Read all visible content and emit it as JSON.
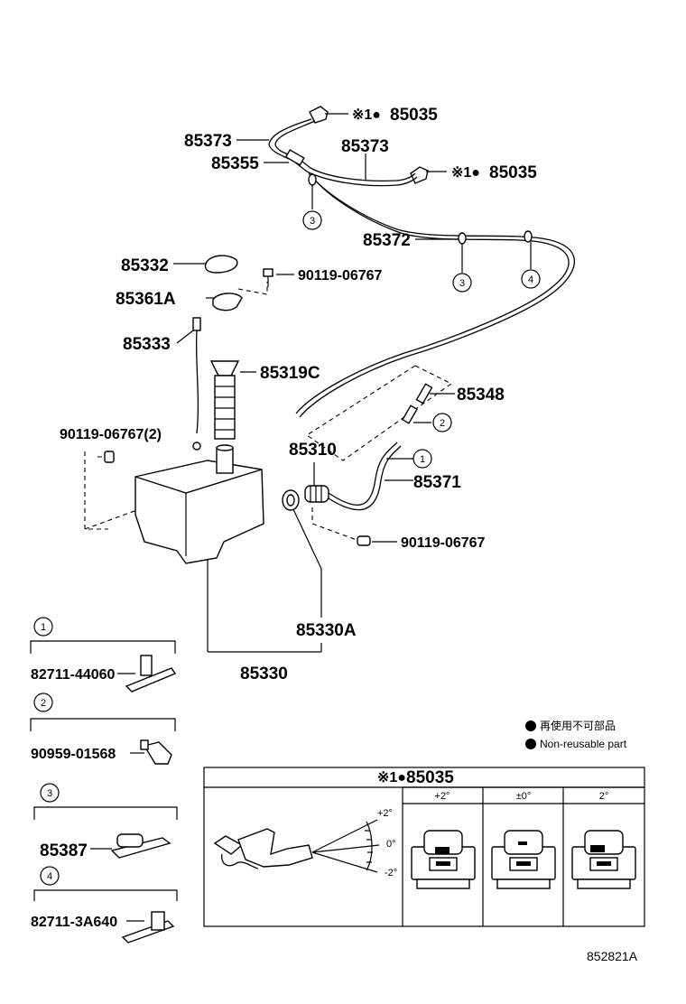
{
  "callout_parts": {
    "p85373a": "85373",
    "p85373b": "85373",
    "p85355": "85355",
    "p85035a": "85035",
    "p85035b": "85035",
    "p85372": "85372",
    "p85332": "85332",
    "p9011906767a": "90119-06767",
    "p85361A": "85361A",
    "p85333": "85333",
    "p85319C": "85319C",
    "p9011906767_2": "90119-06767(2)",
    "p85310": "85310",
    "p85348": "85348",
    "p85371": "85371",
    "p9011906767b": "90119-06767",
    "p85330A": "85330A",
    "p85330": "85330"
  },
  "note_prefix": "※1●",
  "circle_refs": {
    "c1": "1",
    "c2": "2",
    "c3": "3",
    "c4": "4"
  },
  "sub_parts": {
    "s1": "82711-44060",
    "s2": "90959-01568",
    "s3": "85387",
    "s4": "82711-3A640"
  },
  "legend": {
    "jp": "再使用不可部品",
    "en": "Non-reusable part"
  },
  "angle_table": {
    "title": "※1●85035",
    "col1": "+2°",
    "col2": "±0°",
    "col3": "2°",
    "ang_plus": "+2°",
    "ang_zero": "0°",
    "ang_minus": "-2°"
  },
  "figure_id": "852821A",
  "colors": {
    "line": "#000000",
    "background": "#ffffff"
  }
}
